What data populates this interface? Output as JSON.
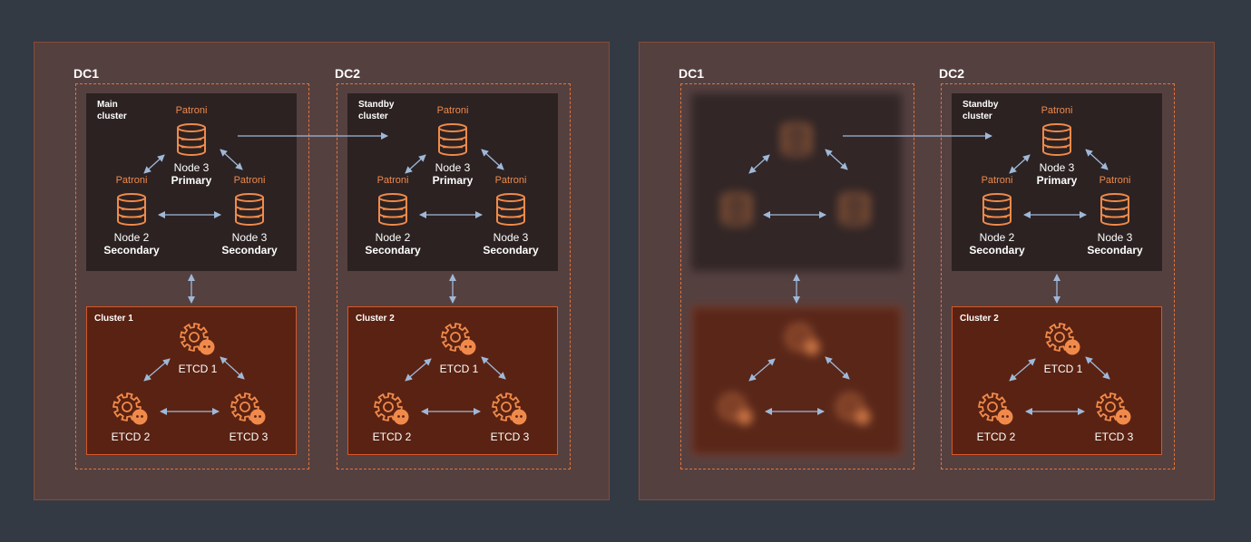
{
  "colors": {
    "background": "#333a44",
    "panel": "#554040",
    "accent": "#f08a4b",
    "dashed_border": "#e0743a",
    "patroni_box": "#2c2222",
    "etcd_box": "#5a2212",
    "arrow": "#9fb8d8"
  },
  "icons": {
    "database": "database-icon",
    "etcd": "gear-icon"
  },
  "patroni_label": "Patroni",
  "left": {
    "dc1": {
      "label": "DC1",
      "patroni_box_title": [
        "Main",
        "cluster"
      ],
      "node_top": [
        "Node 3",
        "Primary"
      ],
      "node_left": [
        "Node 2",
        "Secondary"
      ],
      "node_right": [
        "Node 3",
        "Secondary"
      ],
      "etcd_box_title": "Cluster 1",
      "etcd": [
        "ETCD 1",
        "ETCD 2",
        "ETCD 3"
      ]
    },
    "dc2": {
      "label": "DC2",
      "patroni_box_title": [
        "Standby",
        "cluster"
      ],
      "node_top": [
        "Node 3",
        "Primary"
      ],
      "node_left": [
        "Node 2",
        "Secondary"
      ],
      "node_right": [
        "Node 3",
        "Secondary"
      ],
      "etcd_box_title": "Cluster 2",
      "etcd": [
        "ETCD 1",
        "ETCD 2",
        "ETCD 3"
      ]
    }
  },
  "right": {
    "dc1": {
      "label": "DC1"
    },
    "dc2": {
      "label": "DC2",
      "patroni_box_title": [
        "Standby",
        "cluster"
      ],
      "node_top": [
        "Node 3",
        "Primary"
      ],
      "node_left": [
        "Node 2",
        "Secondary"
      ],
      "node_right": [
        "Node 3",
        "Secondary"
      ],
      "etcd_box_title": "Cluster 2",
      "etcd": [
        "ETCD 1",
        "ETCD 2",
        "ETCD 3"
      ]
    }
  }
}
